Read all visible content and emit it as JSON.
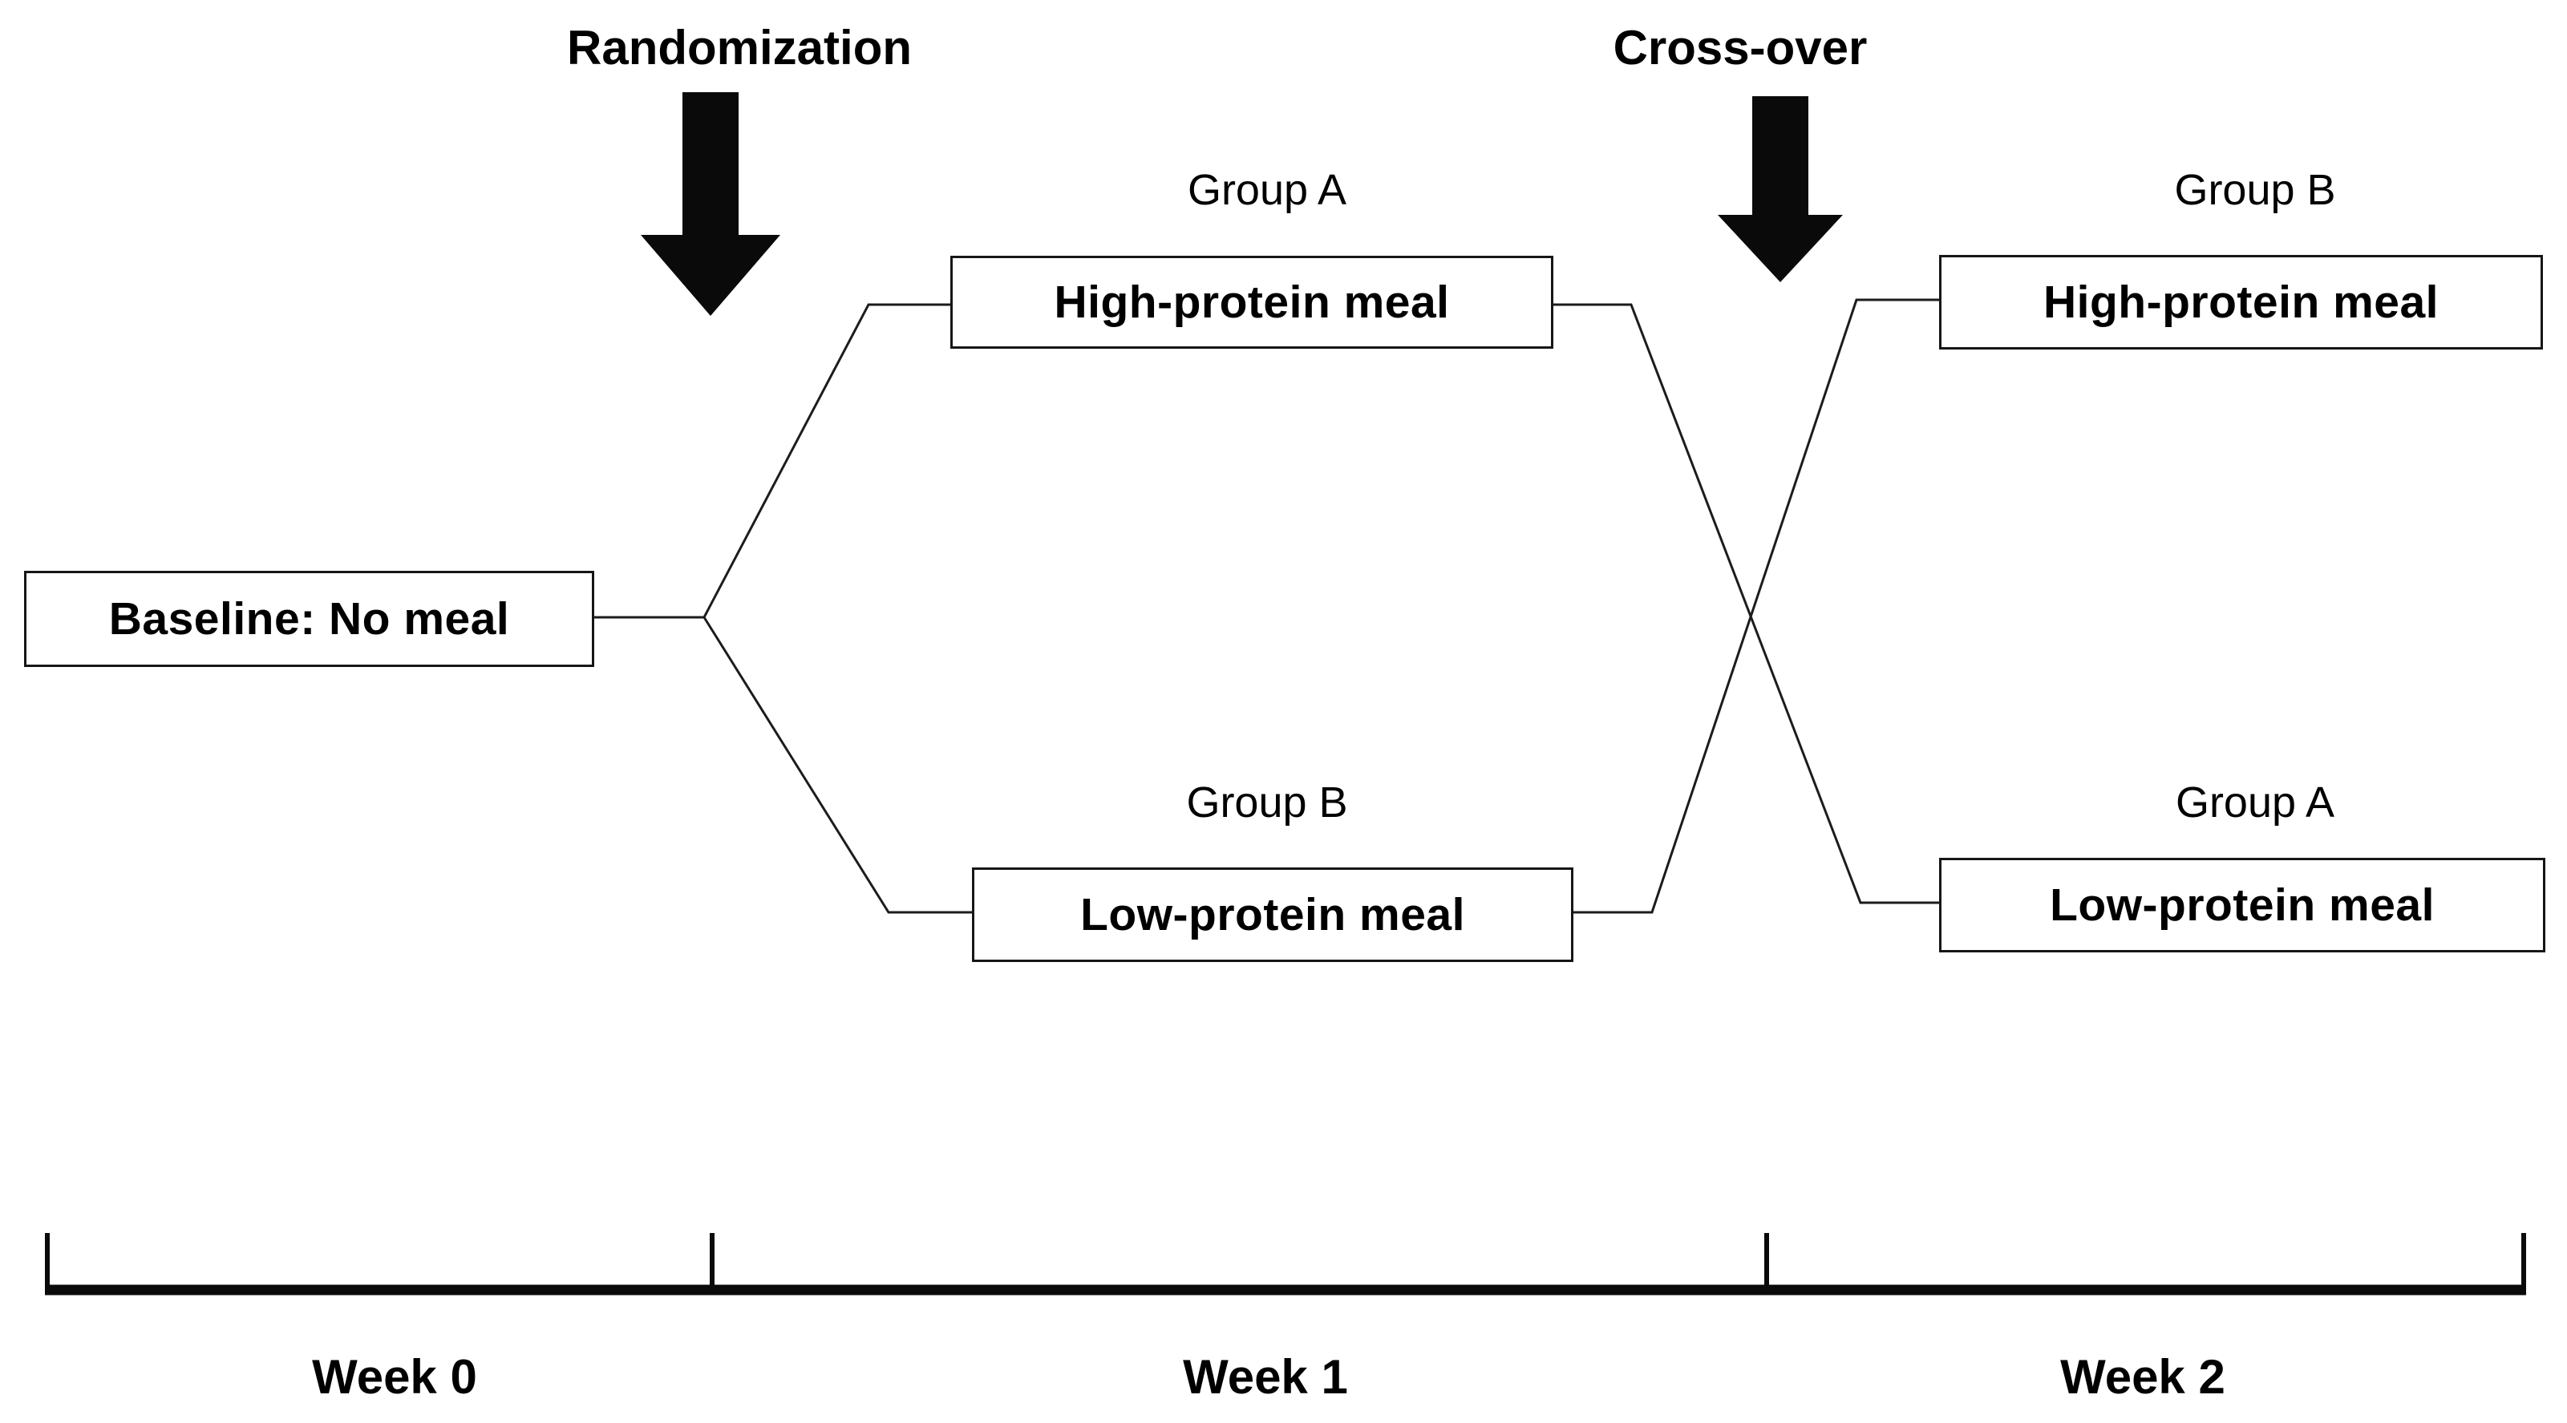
{
  "figure": {
    "colors": {
      "ink": "#000000",
      "background": "#ffffff"
    },
    "annotations": {
      "randomization": "Randomization",
      "crossover": "Cross-over"
    },
    "baseline": {
      "box": "Baseline: No meal"
    },
    "week1": {
      "top": {
        "group": "Group A",
        "box": "High-protein meal"
      },
      "bottom": {
        "group": "Group B",
        "box": "Low-protein meal"
      }
    },
    "week2": {
      "top": {
        "group": "Group B",
        "box": "High-protein meal"
      },
      "bottom": {
        "group": "Group A",
        "box": "Low-protein meal"
      }
    },
    "timeline": {
      "weeks": [
        "Week 0",
        "Week 1",
        "Week 2"
      ]
    }
  }
}
